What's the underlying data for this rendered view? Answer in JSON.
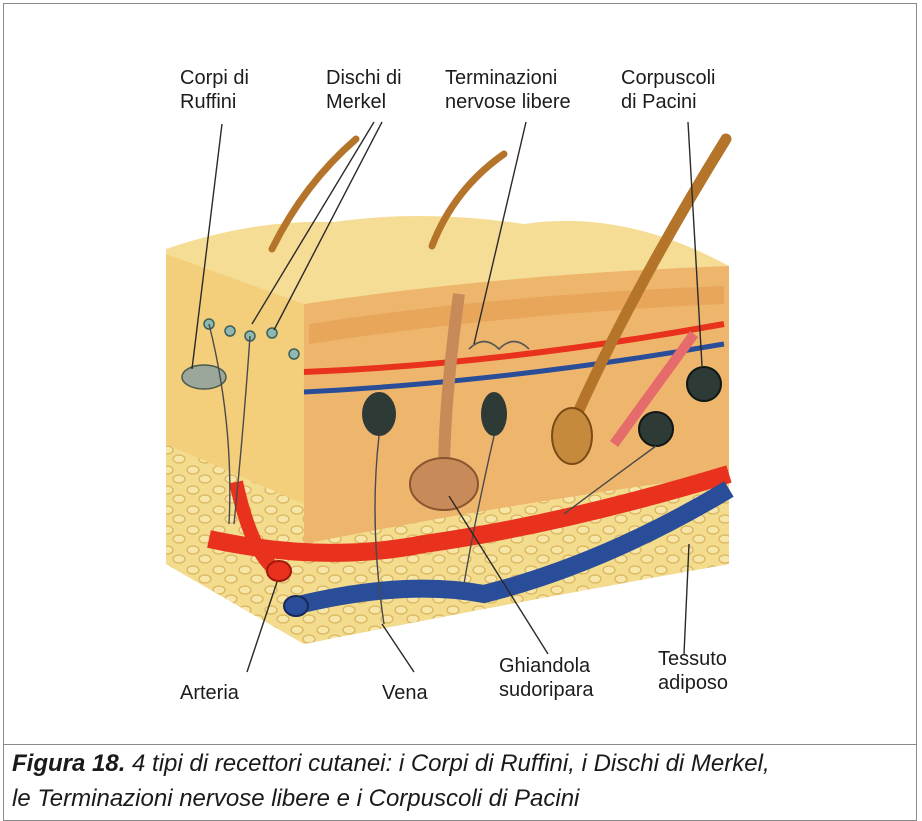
{
  "diagram": {
    "labels": {
      "ruffini": [
        "Corpi di",
        "Ruffini"
      ],
      "merkel": [
        "Dischi di",
        "Merkel"
      ],
      "free_endings": [
        "Terminazioni",
        "nervose libere"
      ],
      "pacini": [
        "Corpuscoli",
        "di Pacini"
      ],
      "artery": "Arteria",
      "vein": "Vena",
      "sweat_gland": [
        "Ghiandola",
        "sudoripara"
      ],
      "adipose": [
        "Tessuto",
        "adiposo"
      ]
    },
    "colors": {
      "epidermis": "#f3d27e",
      "dermis": "#ecb46a",
      "dermis_shadow": "#e39a4f",
      "fat": "#f1d788",
      "artery": "#e8321e",
      "vein": "#2a4d9a",
      "hair": "#b4742a"
    }
  },
  "caption": {
    "lead": "Figura 18.",
    "text1": " 4 tipi di recettori cutanei: i Corpi di Ruffini, i Dischi di Merkel,",
    "text2": "le Terminazioni nervose libere e i Corpuscoli di Pacini"
  }
}
